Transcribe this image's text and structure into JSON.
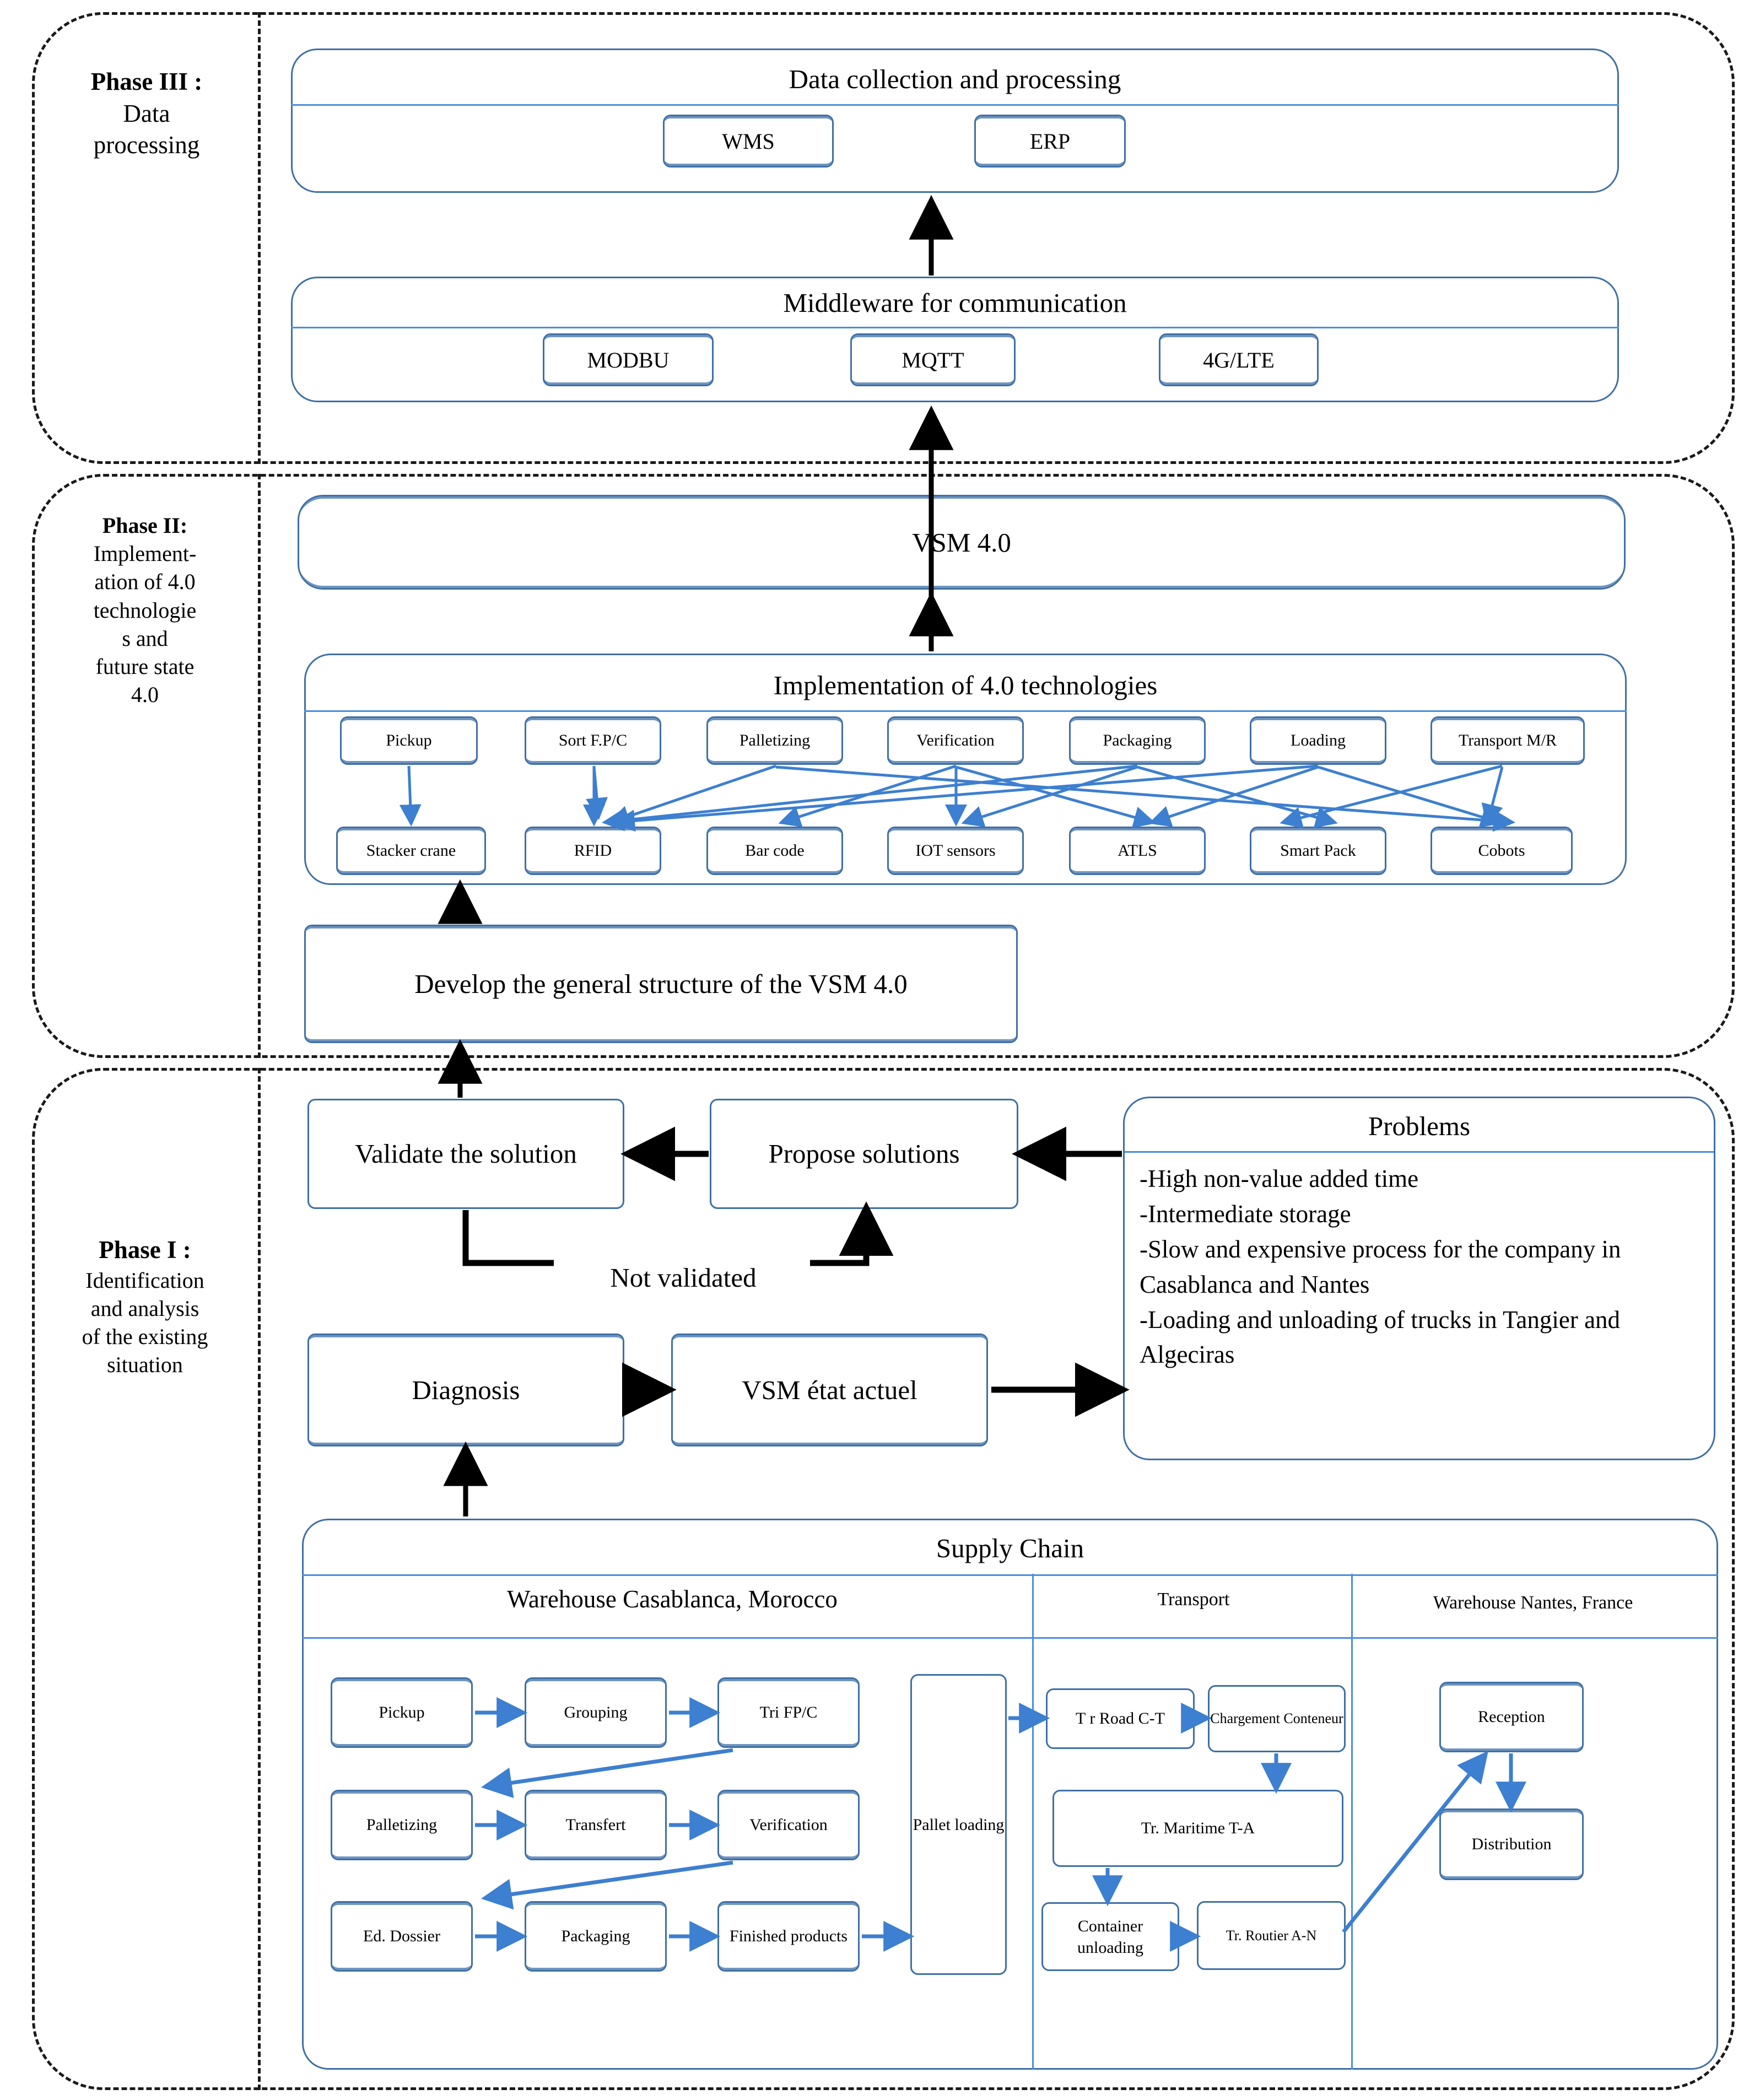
{
  "phases": [
    {
      "title": "Phase III :",
      "subtitle": "Data\nprocessing"
    },
    {
      "title": "Phase II:",
      "subtitle": "Implement-\nation of 4.0\ntechnologie\ns and\nfuture state\n4.0"
    },
    {
      "title": "Phase I :",
      "subtitle": "Identification\nand analysis\nof the existing\nsituation"
    }
  ],
  "phase3": {
    "data_panel": {
      "title": "Data collection and processing",
      "items": [
        "WMS",
        "ERP"
      ]
    },
    "middleware_panel": {
      "title": "Middleware for communication",
      "items": [
        "MODBU",
        "MQTT",
        "4G/LTE"
      ]
    }
  },
  "phase2": {
    "vsm40": "VSM 4.0",
    "tech_panel": {
      "title": "Implementation of 4.0 technologies",
      "processes": [
        "Pickup",
        "Sort F.P/C",
        "Palletizing",
        "Verification",
        "Packaging",
        "Loading",
        "Transport M/R"
      ],
      "technologies": [
        "Stacker crane",
        "RFID",
        "Bar code",
        "IOT sensors",
        "ATLS",
        "Smart Pack",
        "Cobots"
      ]
    },
    "develop": "Develop  the general structure of the VSM 4.0"
  },
  "phase1": {
    "validate": "Validate the solution",
    "propose": "Propose solutions",
    "not_validated": "Not validated",
    "diagnosis": "Diagnosis",
    "vsm_current": "VSM état actuel",
    "problems": {
      "title": "Problems",
      "items": [
        "-High non-value added time",
        "-Intermediate storage",
        "-Slow and expensive process for the company in Casablanca and Nantes",
        "-Loading and unloading of trucks in Tangier and Algeciras"
      ]
    },
    "supply_chain": {
      "title": "Supply Chain",
      "columns": [
        "Warehouse Casablanca, Morocco",
        "Transport",
        "Warehouse Nantes, France"
      ],
      "casablanca": {
        "row1": [
          "Pickup",
          "Grouping",
          "Tri FP/C"
        ],
        "row2": [
          "Palletizing",
          "Transfert",
          "Verification"
        ],
        "row3": [
          "Ed. Dossier",
          "Packaging",
          "Finished products"
        ],
        "pallet": "Pallet loading"
      },
      "transport": [
        "T r Road  C-T",
        "Chargement Conteneur",
        "Tr. Maritime T-A",
        "Container unloading",
        "Tr. Routier A-N"
      ],
      "nantes": [
        "Reception",
        "Distribution"
      ]
    }
  },
  "colors": {
    "box_border": "#3f6fa5",
    "hairline": "#4a8ede",
    "arrow_blue": "#3d7fd0",
    "arrow_black": "#000000",
    "dash": "#1a1a1a"
  }
}
